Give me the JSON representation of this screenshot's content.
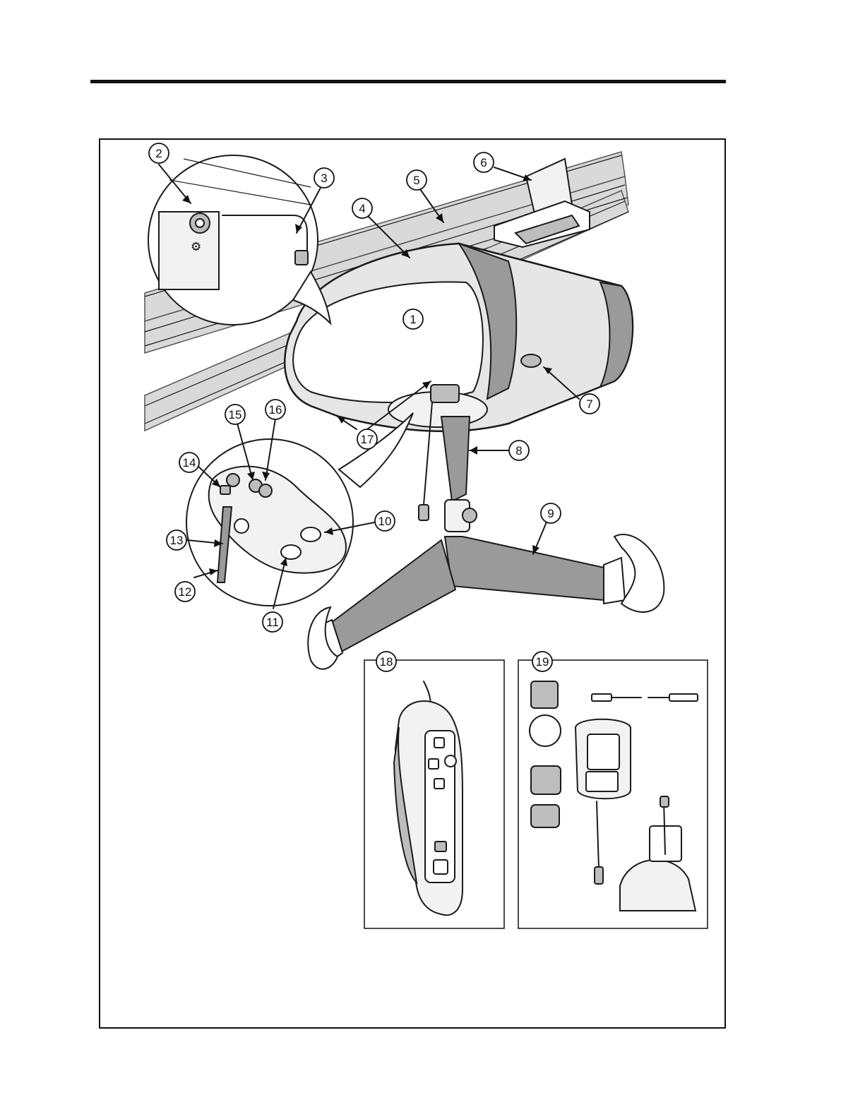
{
  "callouts": [
    {
      "id": "c1",
      "label": "1"
    },
    {
      "id": "c2",
      "label": "2"
    },
    {
      "id": "c3",
      "label": "3"
    },
    {
      "id": "c4",
      "label": "4"
    },
    {
      "id": "c5",
      "label": "5"
    },
    {
      "id": "c6",
      "label": "6"
    },
    {
      "id": "c7",
      "label": "7"
    },
    {
      "id": "c8",
      "label": "8"
    },
    {
      "id": "c9",
      "label": "9"
    },
    {
      "id": "c10",
      "label": "10"
    },
    {
      "id": "c11",
      "label": "11"
    },
    {
      "id": "c12",
      "label": "12"
    },
    {
      "id": "c13",
      "label": "13"
    },
    {
      "id": "c14",
      "label": "14"
    },
    {
      "id": "c15",
      "label": "15"
    },
    {
      "id": "c16",
      "label": "16"
    },
    {
      "id": "c17",
      "label": "17"
    },
    {
      "id": "c18",
      "label": "18"
    },
    {
      "id": "c19",
      "label": "19"
    }
  ],
  "icons": {
    "hand_control": "hand-control-icon",
    "charger_kit": "charger-kit-icon",
    "ceiling_lift": "ceiling-lift-icon"
  }
}
